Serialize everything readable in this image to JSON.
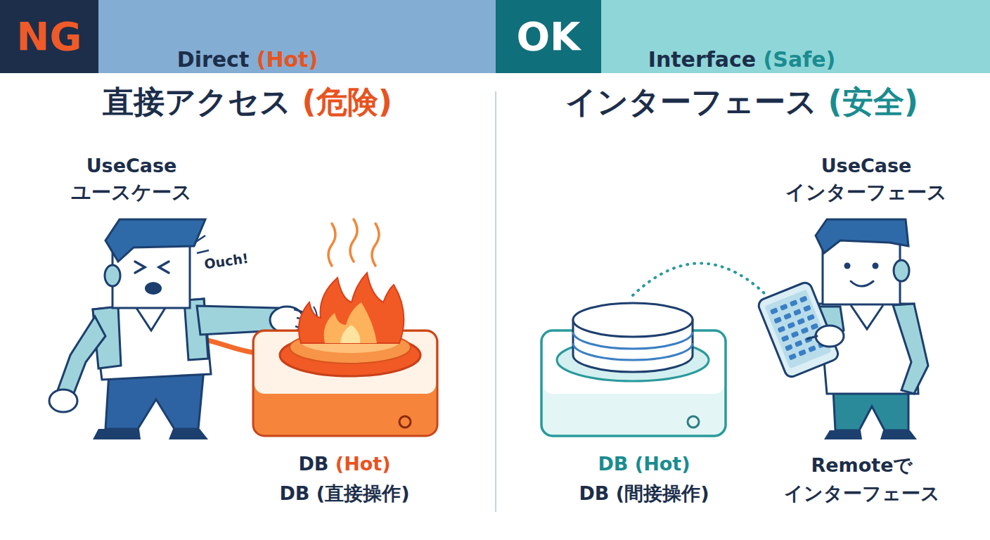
{
  "diagram": {
    "nodes": [
      {
        "text": [
          "Direct (Hot)"
        ]
      },
      {
        "text": [
          "NG"
        ],
        "in": 0
      },
      {
        "text": [
          "Interface (Safe)"
        ]
      },
      {
        "text": [
          "OK"
        ],
        "in": 2
      }
    ],
    "labels": [
      "直接アクセス (危険)",
      "UseCase",
      "ユースケース",
      "Ouch!",
      "DB (Hot)",
      "DB (直接操作)",
      "インターフェース (安全)",
      "UseCase",
      "インターフェース",
      "DB (Hot)",
      "DB (間接操作)",
      "Remoteで",
      "インターフェース"
    ]
  }
}
